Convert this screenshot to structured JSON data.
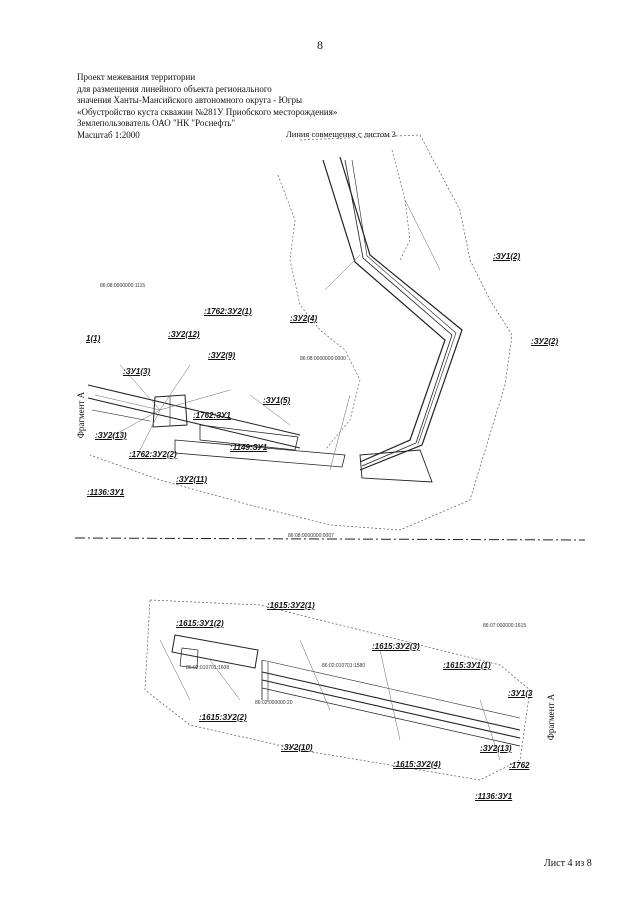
{
  "page_number": "8",
  "header": {
    "line1": "Проект межевания территории",
    "line2": "для размещения линейного объекта регионального",
    "line3": "значения Ханты-Мансийского автономного округа - Югры",
    "line4": "«Обустройство куста скважин №281У Приобского месторождения»",
    "line5": "Землепользователь ОАО \"НК \"Роснефть\"",
    "line6": "Масштаб 1:2000"
  },
  "line_label": "Линия совмещения с листом 3",
  "fragment_label": "Фрагмент А",
  "upper_plan": {
    "labels": [
      ":ЗУ1(2)",
      ":1762:ЗУ2(1)",
      ":ЗУ2(12)",
      ":ЗУ2(4)",
      ":ЗУ2(2)",
      "1(1)",
      ":ЗУ2(9)",
      ":ЗУ1(3)",
      ":ЗУ1(5)",
      ":1762:ЗУ1",
      ":ЗУ2(13)",
      ":1149:ЗУ1",
      ":1762:ЗУ2(2)",
      ":ЗУ2(11)",
      ":1136:ЗУ1"
    ],
    "cadastral": [
      "86:08:0000000:1115",
      "86:08:0000000:0000",
      "86:08:0000000:0007"
    ]
  },
  "lower_plan": {
    "labels": [
      ":1615:ЗУ2(1)",
      ":1615:ЗУ1(2)",
      ":1615:ЗУ2(3)",
      ":1615:ЗУ1(1)",
      ":ЗУ1(3",
      ":1615:ЗУ2(2)",
      ":ЗУ2(10)",
      ":1615:ЗУ2(4)",
      ":ЗУ2(13)",
      ":1762",
      ":1136:ЗУ1"
    ],
    "cadastral": [
      "86:07:000000:1615",
      "86:02:010701:1580",
      "86:02:010701:1608",
      "86:02:000000:20"
    ]
  },
  "footer": "Лист 4 из 8"
}
